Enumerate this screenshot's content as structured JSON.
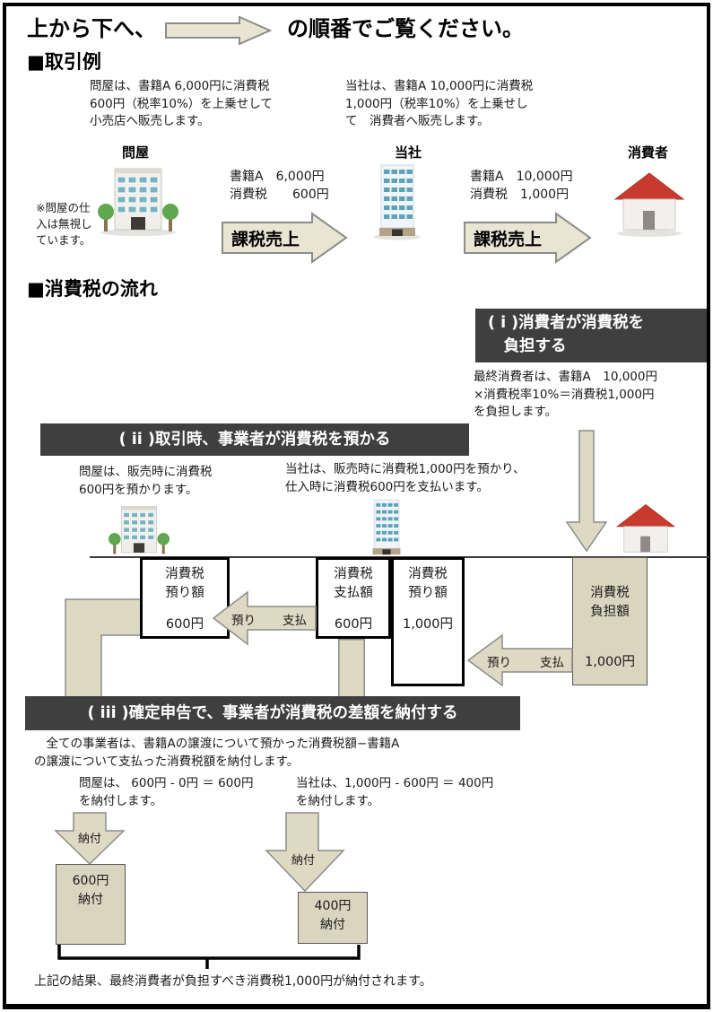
{
  "header": {
    "lead": "上から下へ、",
    "tail": "の順番でご覧ください。"
  },
  "tx": {
    "heading": "■取引例",
    "wholesaler_desc": "問屋は、書籍A 6,000円に消費税\n600円（税率10%）を上乗せして\n小売店へ販売します。",
    "company_desc": "当社は、書籍A 10,000円に消費税\n1,000円（税率10%）を上乗せし\nて　消費者へ販売します。",
    "labels": {
      "wholesaler": "問屋",
      "company": "当社",
      "consumer": "消費者"
    },
    "aside": "※問屋の仕\n入は無視し\nています。",
    "sale1": {
      "price": "書籍A　6,000円\n消費税　　600円",
      "arrow": "課税売上"
    },
    "sale2": {
      "price": "書籍A　10,000円\n消費税　1,000円",
      "arrow": "課税売上"
    }
  },
  "flow": {
    "heading": "■消費税の流れ",
    "step1": {
      "title": "( i )消費者が消費税を\n　負担する",
      "body": "最終消費者は、書籍A　10,000円\n×消費税率10%＝消費税1,000円\nを負担します。"
    },
    "step2": {
      "title": "( ii )取引時、事業者が消費税を預かる",
      "wholesaler": "問屋は、販売時に消費税\n600円を預かります。",
      "company": "当社は、販売時に消費税1,000円を預かり、\n仕入時に消費税600円を支払います。"
    },
    "boxes": {
      "wholesaler_kept": {
        "label": "消費税\n預り額",
        "amount": "600円"
      },
      "company_paid": {
        "label": "消費税\n支払額",
        "amount": "600円"
      },
      "company_kept": {
        "label": "消費税\n預り額",
        "amount": "1,000円"
      },
      "consumer_borne": {
        "label": "消費税\n負担額",
        "amount": "1,000円"
      }
    },
    "labels": {
      "deposit": "預り",
      "pay": "支払"
    },
    "step3": {
      "title": "( iii )確定申告で、事業者が消費税の差額を納付する",
      "body": "　全ての事業者は、書籍Aの譲渡について預かった消費税額−書籍A\nの譲渡について支払った消費税額を納付します。",
      "wholesaler_calc": "問屋は、 600円 - 0円 ＝ 600円\nを納付します。",
      "company_calc": "当社は、1,000円 - 600円 ＝ 400円\nを納付します。",
      "pay_label": "納付",
      "wholesaler_box": "600円\n納付",
      "company_box": "400円\n納付"
    },
    "conclusion": "上記の結果、最終消費者が負担すべき消費税1,000円が納付されます。"
  },
  "colors": {
    "arrow_beige": "#e9e5d3",
    "box_tan": "#d9d5bf",
    "dark_bar": "#3f3f3f",
    "arrow_outline": "#8c8c8c"
  }
}
